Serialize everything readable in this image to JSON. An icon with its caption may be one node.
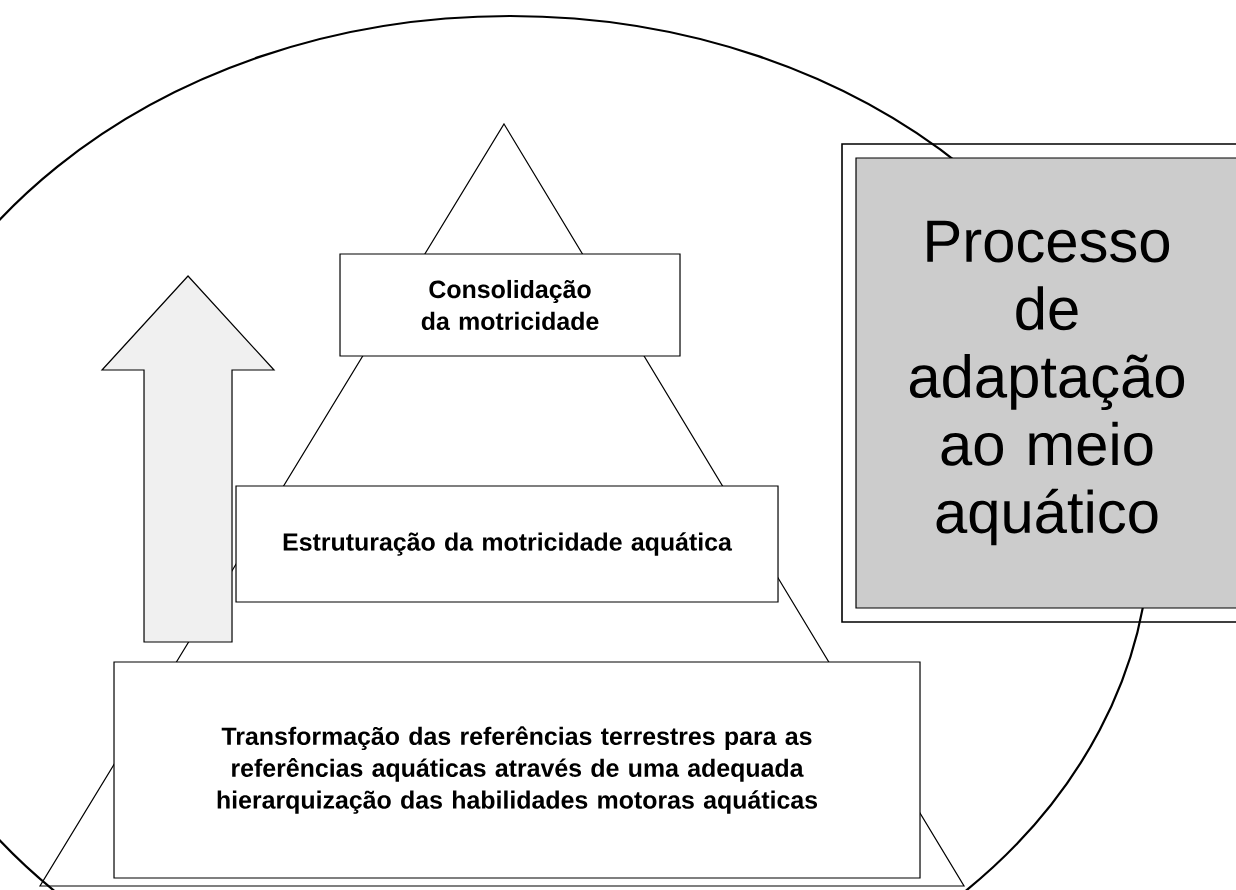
{
  "diagram": {
    "nodes": [
      {
        "text": [
          "Consolidação da motricidade"
        ]
      },
      {
        "text": [
          "Estruturação da motricidade aquática"
        ]
      },
      {
        "text": [
          "Transformação das referências terrestres para as referências aquáticas através de uma adequada hierarquização das habilidades motoras aquáticas"
        ]
      },
      {
        "text": [
          "Processo de adaptação ao meio aquático"
        ]
      }
    ]
  }
}
